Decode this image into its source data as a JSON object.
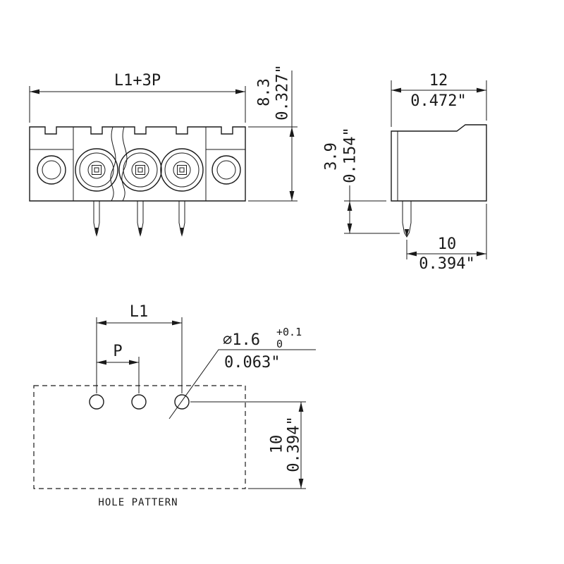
{
  "front_view": {
    "width_label": "L1+3P",
    "height_mm": "8.3",
    "height_in": "0.327\""
  },
  "side_view": {
    "width_mm": "12",
    "width_in": "0.472\"",
    "pin_len_mm": "3.9",
    "pin_len_in": "0.154\"",
    "depth_mm": "10",
    "depth_in": "0.394\""
  },
  "hole_pattern": {
    "title": "HOLE PATTERN",
    "l1_label": "L1",
    "p_label": "P",
    "dia_mm": "⌀1.6",
    "tol_plus": "+0.1",
    "tol_zero": "0",
    "dia_in": "0.063\"",
    "spacing_mm": "10",
    "spacing_in": "0.394\""
  }
}
